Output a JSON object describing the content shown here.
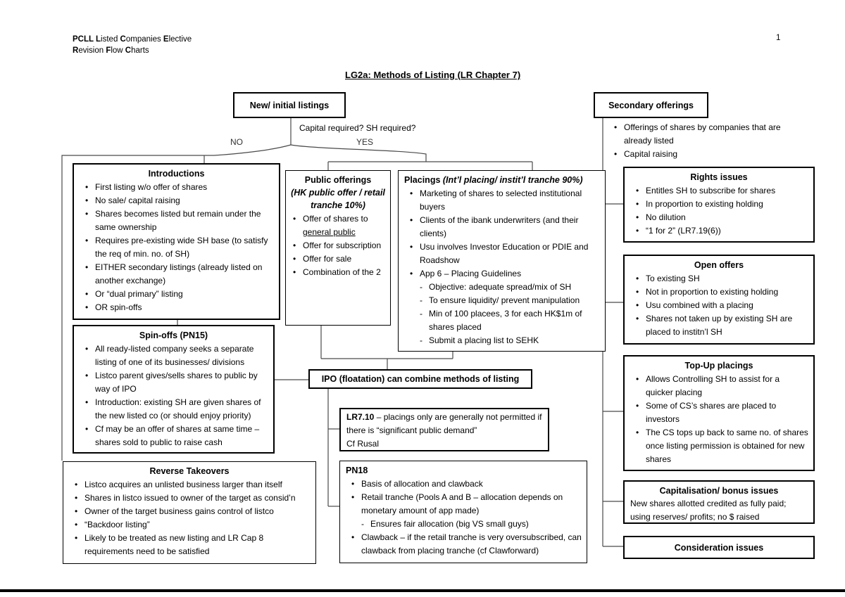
{
  "page": {
    "header": {
      "line1_parts": [
        "PCLL ",
        "",
        "L",
        "isted ",
        "C",
        "ompanies ",
        "E",
        "lective"
      ],
      "line2_parts": [
        "R",
        "evision ",
        "F",
        "low ",
        "C",
        "harts"
      ],
      "page_number": "1",
      "title": "LG2a: Methods of Listing (LR Chapter 7)"
    },
    "decision": {
      "question": "Capital required? SH required?",
      "no_label": "NO",
      "yes_label": "YES"
    }
  },
  "colors": {
    "background": "#ffffff",
    "ink": "#000000",
    "connector": "#4a4a4a"
  },
  "boxes": {
    "new_listings": {
      "title": "New/ initial listings"
    },
    "secondary_offerings": {
      "title": "Secondary offerings",
      "bullets": [
        "Offerings of shares by companies that are already listed",
        "Capital raising"
      ]
    },
    "introductions": {
      "title": "Introductions",
      "bullets": [
        "First listing w/o offer of shares",
        "No sale/ capital raising",
        "Shares becomes listed but remain under the same ownership",
        "Requires pre-existing wide SH base (to satisfy the req of min. no. of SH)",
        "EITHER secondary listings (already listed on another exchange)",
        "Or “dual primary” listing",
        "OR spin-offs"
      ]
    },
    "public_offerings": {
      "title": "Public offerings",
      "subtitle": "(HK public offer / retail tranche 10%)",
      "bullet1_pre": "Offer of shares to ",
      "bullet1_underlined": "general public",
      "bullets": [
        "Offer for subscription",
        "Offer for sale",
        "Combination of the 2"
      ]
    },
    "placings": {
      "title": "Placings ",
      "subtitle": "(Int’l placing/ instit’l tranche 90%)",
      "bullets": [
        "Marketing of shares to selected institutional buyers",
        "Clients of the ibank underwriters (and their clients)",
        "Usu involves Investor Education or PDIE and Roadshow",
        "App 6 – Placing Guidelines"
      ],
      "sub_bullets": [
        "Objective: adequate spread/mix of SH",
        "To ensure liquidity/ prevent manipulation",
        "Min of 100 placees, 3 for each HK$1m of shares placed",
        "Submit a placing list to SEHK"
      ]
    },
    "spin_offs": {
      "title": "Spin-offs (PN15)",
      "bullets": [
        "All ready-listed company seeks a separate listing of one of its businesses/ divisions",
        "Listco parent gives/sells shares to public by way of IPO",
        "Introduction: existing SH are given shares of the new listed co (or should enjoy priority)",
        "Cf may be an offer of shares at same time – shares sold to public to raise cash"
      ]
    },
    "reverse_takeovers": {
      "title": "Reverse Takeovers",
      "bullets": [
        "Listco acquires an unlisted business larger than itself",
        "Shares in listco issued to owner of the target as consid’n",
        "Owner of the target business gains control of listco",
        "“Backdoor listing”",
        "Likely to be treated as new listing and LR Cap 8 requirements need to be satisfied"
      ]
    },
    "ipo": {
      "title": "IPO (floatation) can combine methods of listing"
    },
    "lr710": {
      "lead": "LR7.10",
      "text": " – placings only are generally not permitted if there is “significant public demand”",
      "footnote": "Cf Rusal"
    },
    "pn18": {
      "title": "PN18",
      "bullets": [
        "Basis of allocation and clawback",
        "Retail tranche (Pools A and B – allocation depends on monetary amount of app made)",
        "Clawback – if the retail tranche is very oversubscribed, can clawback from placing tranche (cf Clawforward)"
      ],
      "sub_bullet": "Ensures fair allocation (big VS small guys)"
    },
    "rights_issues": {
      "title": "Rights issues",
      "bullets": [
        "Entitles SH to subscribe for shares",
        "In proportion to existing holding",
        "No dilution",
        "“1 for 2” (LR7.19(6))"
      ]
    },
    "open_offers": {
      "title": "Open offers",
      "bullets": [
        "To existing SH",
        "Not in proportion to existing holding",
        "Usu combined with a placing",
        "Shares not taken up by existing SH are placed to institn’l SH"
      ]
    },
    "top_up_placings": {
      "title": "Top-Up placings",
      "bullets": [
        "Allows Controlling SH to assist for a quicker placing",
        "Some of CS’s shares are placed to investors",
        "The CS tops up back to same no. of shares once listing permission is obtained for new shares"
      ]
    },
    "capitalisation": {
      "title": "Capitalisation/ bonus issues",
      "text": "New shares allotted credited as fully paid; using reserves/ profits; no $ raised"
    },
    "consideration": {
      "title": "Consideration issues"
    }
  }
}
